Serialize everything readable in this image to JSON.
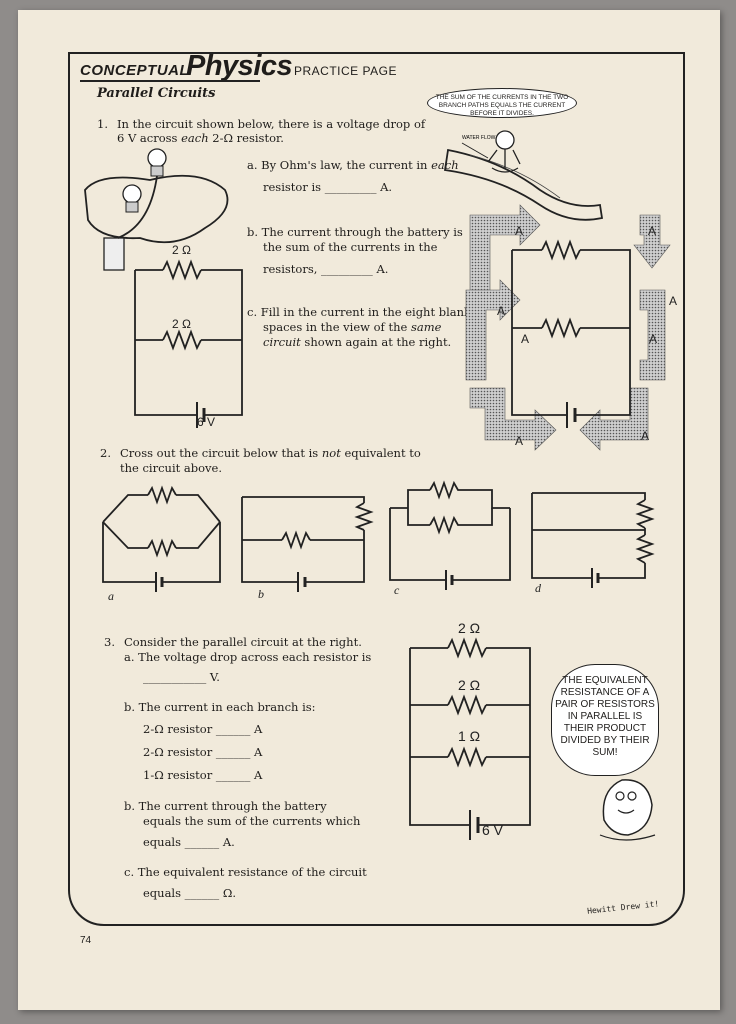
{
  "header": {
    "conceptual": "CONCEPTUAL",
    "physics": "Physics",
    "practice_page": "PRACTICE PAGE"
  },
  "subtitle": "Parallel Circuits",
  "bubble_top": "THE SUM OF THE CURRENTS IN THE TWO BRANCH PATHS EQUALS THE CURRENT BEFORE IT DIVIDES.",
  "water_flow_label": "WATER FLOW",
  "q1": {
    "number": "1.",
    "prompt_line1": "In the circuit shown below, there is a voltage drop of",
    "prompt_line2_pre": "6 V across ",
    "prompt_line2_em": "each",
    "prompt_line2_post": " 2-Ω resistor.",
    "a_line1_pre": "a. By Ohm's law, the current in ",
    "a_line1_em": "each",
    "a_line2": "resistor is _________ A.",
    "b_line1": "b. The current through the battery is",
    "b_line2": "the sum of the currents in the",
    "b_line3": "resistors, _________ A.",
    "c_line1": "c. Fill in the current in the eight blank",
    "c_line2_pre": "spaces in the view of the ",
    "c_line2_em": "same",
    "c_line3_em": "circuit",
    "c_line3_post": " shown again at the right.",
    "resistor_label": "2 Ω",
    "battery_label": "6 V",
    "amp_label": "A"
  },
  "q2": {
    "number": "2.",
    "line1_pre": "Cross out the circuit below that is ",
    "line1_em": "not",
    "line1_post": " equivalent to",
    "line2": "the circuit above.",
    "labels": [
      "a",
      "b",
      "c",
      "d"
    ]
  },
  "q3": {
    "number": "3.",
    "prompt": "Consider the parallel circuit at the right.",
    "a_line1": "a. The voltage drop across each resistor is",
    "a_line2": "___________ V.",
    "b_line1": "b. The current in each branch is:",
    "branch1": "2-Ω resistor ______ A",
    "branch2": "2-Ω resistor ______ A",
    "branch3": "1-Ω resistor ______ A",
    "bb_line1": "b. The current through the battery",
    "bb_line2": "equals the sum of the currents which",
    "bb_line3": "equals ______ A.",
    "c_line1": "c. The equivalent resistance of the circuit",
    "c_line2": "equals ______ Ω.",
    "r1": "2 Ω",
    "r2": "2 Ω",
    "r3": "1 Ω",
    "battery": "6 V"
  },
  "bubble_bottom": "THE EQUIVALENT RESISTANCE OF A PAIR OF RESISTORS IN PARALLEL IS THEIR PRODUCT DIVIDED BY THEIR SUM!",
  "signature": "Hewitt Drew it!",
  "page_number": "74"
}
